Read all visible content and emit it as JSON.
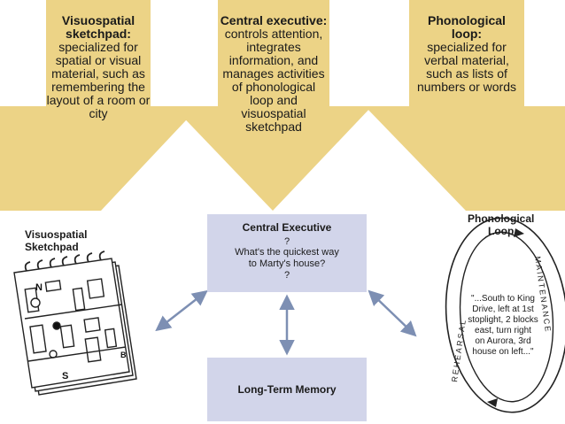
{
  "callouts": {
    "visuospatial": {
      "title": "Visuospatial sketchpad:",
      "text": "specialized for spatial or visual material, such as remembering the layout of a room or city"
    },
    "central": {
      "title": "Central executive:",
      "text": "controls attention, integrates information, and manages activities of phonological loop and visuospatial sketchpad"
    },
    "phonological": {
      "title": "Phonological loop:",
      "text": "specialized for verbal material, such as lists of numbers or words"
    }
  },
  "figure": {
    "central_executive": {
      "title": "Central Executive",
      "q_top": "?",
      "question_line1": "What's the quickest way",
      "question_line2": "to Marty's house?",
      "q_bottom": "?"
    },
    "long_term_memory": {
      "title": "Long-Term Memory"
    },
    "visuospatial": {
      "title_line1": "Visuospatial",
      "title_line2": "Sketchpad",
      "map_labels": [
        "N",
        "S",
        "B"
      ]
    },
    "phonological": {
      "title_line1": "Phonological",
      "title_line2": "Loop",
      "rehearsal": "REHEARSAL",
      "maintenance": "MAINTENANCE",
      "loop_lines": [
        "\"...South to King",
        "Drive, left at 1st",
        "stoplight, 2 blocks",
        "east, turn right",
        "on Aurora, 3rd",
        "house on left...\""
      ]
    }
  },
  "colors": {
    "arrow_fill": "#ecd386",
    "panel_fill": "#d2d5ea",
    "connector": "#7d8fb3"
  }
}
